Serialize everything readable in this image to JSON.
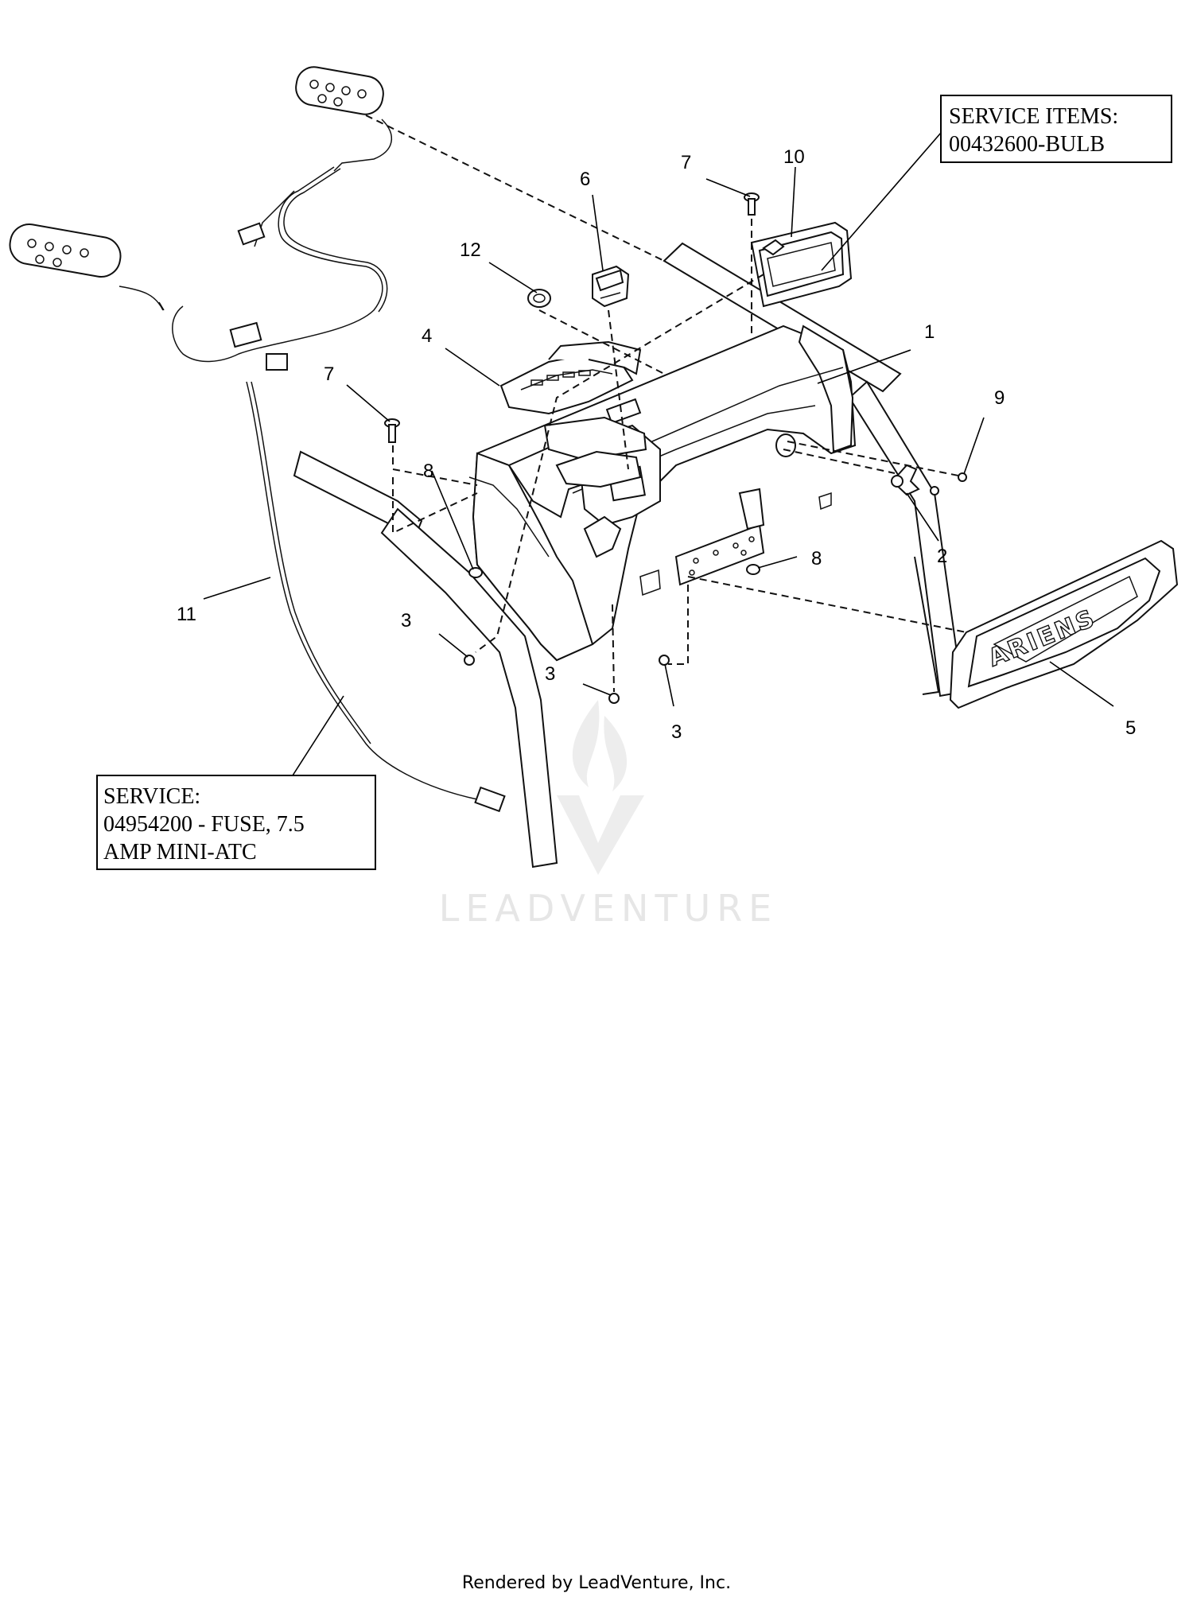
{
  "service_boxes": {
    "bulb": {
      "line1": "SERVICE ITEMS:",
      "line2": "00432600-BULB"
    },
    "fuse": {
      "line1": "SERVICE:",
      "line2": "04954200 - FUSE, 7.5",
      "line3": "AMP MINI-ATC"
    }
  },
  "callouts": {
    "c1": "1",
    "c2": "2",
    "c3a": "3",
    "c3b": "3",
    "c3c": "3",
    "c4": "4",
    "c5": "5",
    "c6": "6",
    "c7a": "7",
    "c7b": "7",
    "c8a": "8",
    "c8b": "8",
    "c9": "9",
    "c10": "10",
    "c11": "11",
    "c12": "12"
  },
  "logo_text": "ARIENS",
  "watermark": "LEADVENTURE",
  "footer": "Rendered by LeadVenture, Inc."
}
